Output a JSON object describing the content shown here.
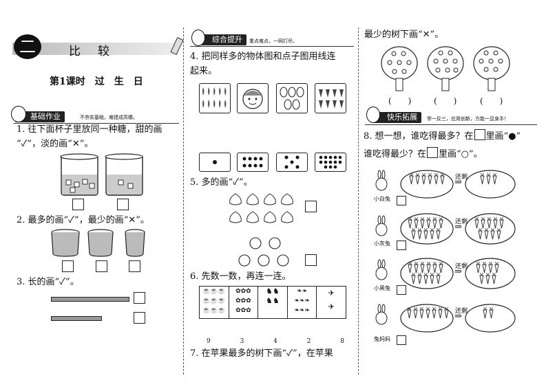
{
  "unit": {
    "number": "二",
    "title": "比　较"
  },
  "lesson": {
    "title": "第1课时　过　生　日"
  },
  "section_basic": {
    "label": "基础作业",
    "note": "不夯实基础，难建成高楼。"
  },
  "section_combo": {
    "label": "综合提升",
    "note": "重点难点，一网打尽。"
  },
  "section_fun": {
    "label": "快乐拓展",
    "note": "举一反三，应用创新，方能一显身手！"
  },
  "q1": {
    "line1": "1. 往下面杯子里放同一种糖，甜的画",
    "line2": "“✓”，淡的画“✕”。"
  },
  "q2": {
    "text": "2. 最多的画“✓”，最少的画“✕”。"
  },
  "q3": {
    "text": "3. 长的画“✓”。"
  },
  "q4": {
    "line1": "4. 把同样多的物体图和点子图用线连",
    "line2": "起来。"
  },
  "q5": {
    "text": "5. 多的画“✓”。"
  },
  "q6": {
    "text": "6. 先数一数，再连一连。",
    "numbers": [
      "9",
      "3",
      "4",
      "2",
      "8"
    ]
  },
  "q7": {
    "line1": "7. 在苹果最多的树下画“✓”，在苹果",
    "line2": "最少的树下画“✕”。",
    "parens": [
      "(　　)",
      "(　　)",
      "(　　)"
    ]
  },
  "q8": {
    "line1": "8. 想一想，谁吃得最多？在",
    "line1b": "里画“●”",
    "line2": "谁吃得最少？在",
    "line2b": "里画“○”。",
    "remain_label": "还剩",
    "arrow": "⇒",
    "animals": [
      "小白兔",
      "小灰兔",
      "小黑兔",
      "兔妈妈"
    ]
  }
}
